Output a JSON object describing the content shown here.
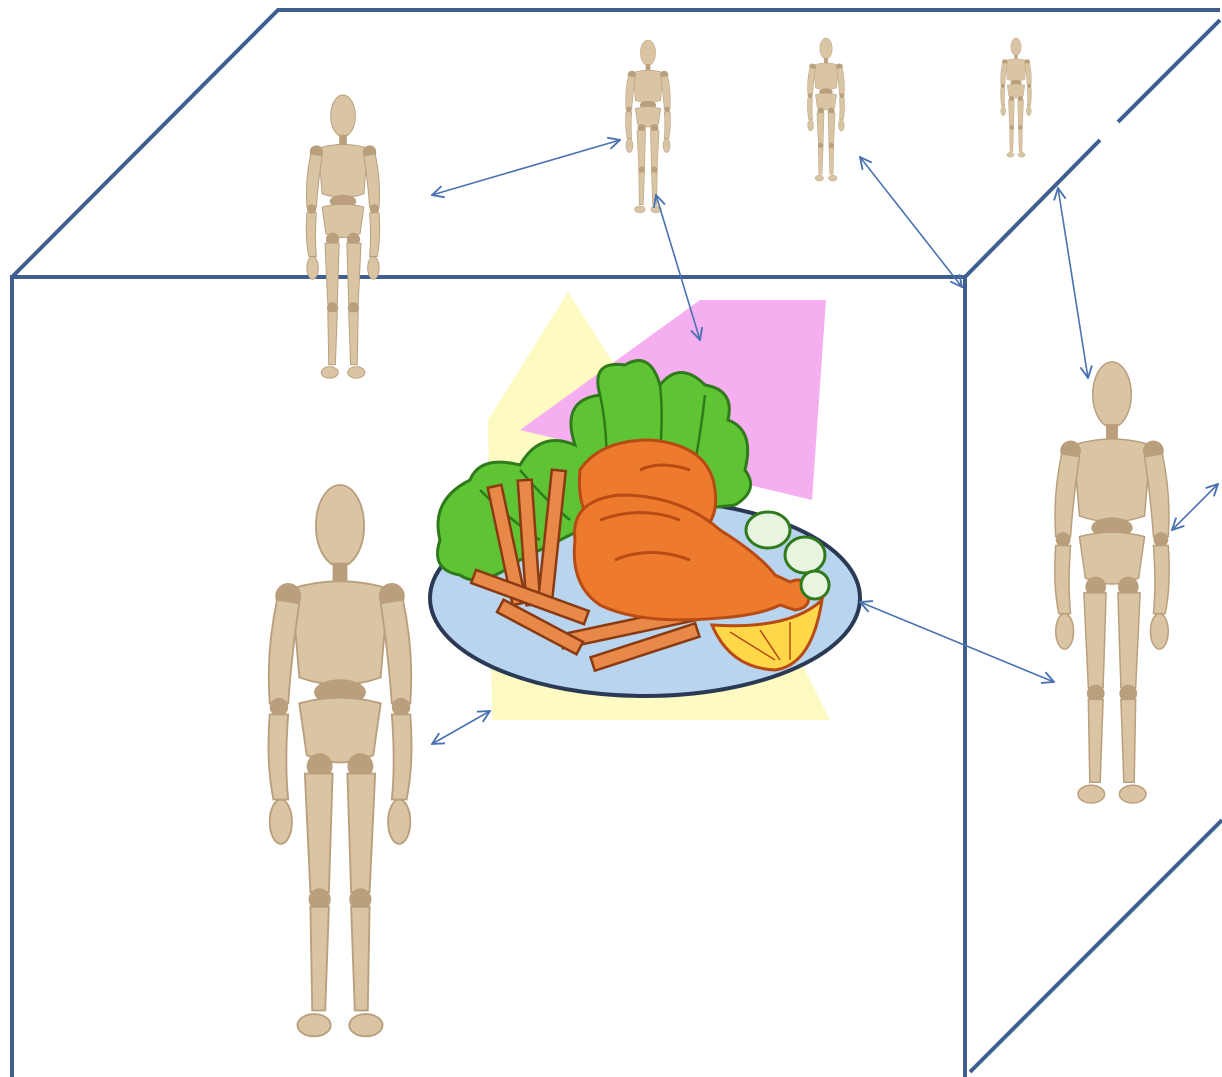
{
  "colors": {
    "box_edge": "#3f5f8f",
    "arrow": "#4a72b0",
    "mannequin_body": "#d9c4a4",
    "mannequin_shade": "#b99f7c",
    "plate": "#b8d4ee",
    "plate_rim": "#2a3a55",
    "lettuce": "#5fc434",
    "lettuce_dark": "#2f7a1a",
    "chicken": "#ee7a2e",
    "chicken_dark": "#b84a14",
    "fries": "#e8894a",
    "fries_dark": "#8a3a10",
    "lemon": "#ffd84a",
    "cucumber": "#e8f4e0",
    "bg_pink": "#f5aef0",
    "bg_yellow": "#fdfbc2"
  },
  "figures": [
    {
      "name": "mannequin-top-left",
      "icon": "wooden-mannequin-icon"
    },
    {
      "name": "mannequin-top-center",
      "icon": "wooden-mannequin-icon"
    },
    {
      "name": "mannequin-top-right-1",
      "icon": "wooden-mannequin-icon"
    },
    {
      "name": "mannequin-top-right-2",
      "icon": "wooden-mannequin-icon"
    },
    {
      "name": "mannequin-front-large",
      "icon": "wooden-mannequin-icon"
    },
    {
      "name": "mannequin-right-side",
      "icon": "wooden-mannequin-icon"
    }
  ],
  "center_image": {
    "icon": "chicken-plate-clipart-icon"
  },
  "arrows": [
    {
      "name": "arrow-top-left-to-top-center",
      "type": "bidirectional"
    },
    {
      "name": "arrow-top-center-to-food",
      "type": "bidirectional"
    },
    {
      "name": "arrow-top-right-to-box-corner",
      "type": "bidirectional"
    },
    {
      "name": "arrow-corner-to-right-figure",
      "type": "bidirectional"
    },
    {
      "name": "arrow-right-figure-outward",
      "type": "bidirectional"
    },
    {
      "name": "arrow-food-to-right-figure",
      "type": "bidirectional"
    },
    {
      "name": "arrow-front-figure-to-food",
      "type": "bidirectional"
    }
  ]
}
